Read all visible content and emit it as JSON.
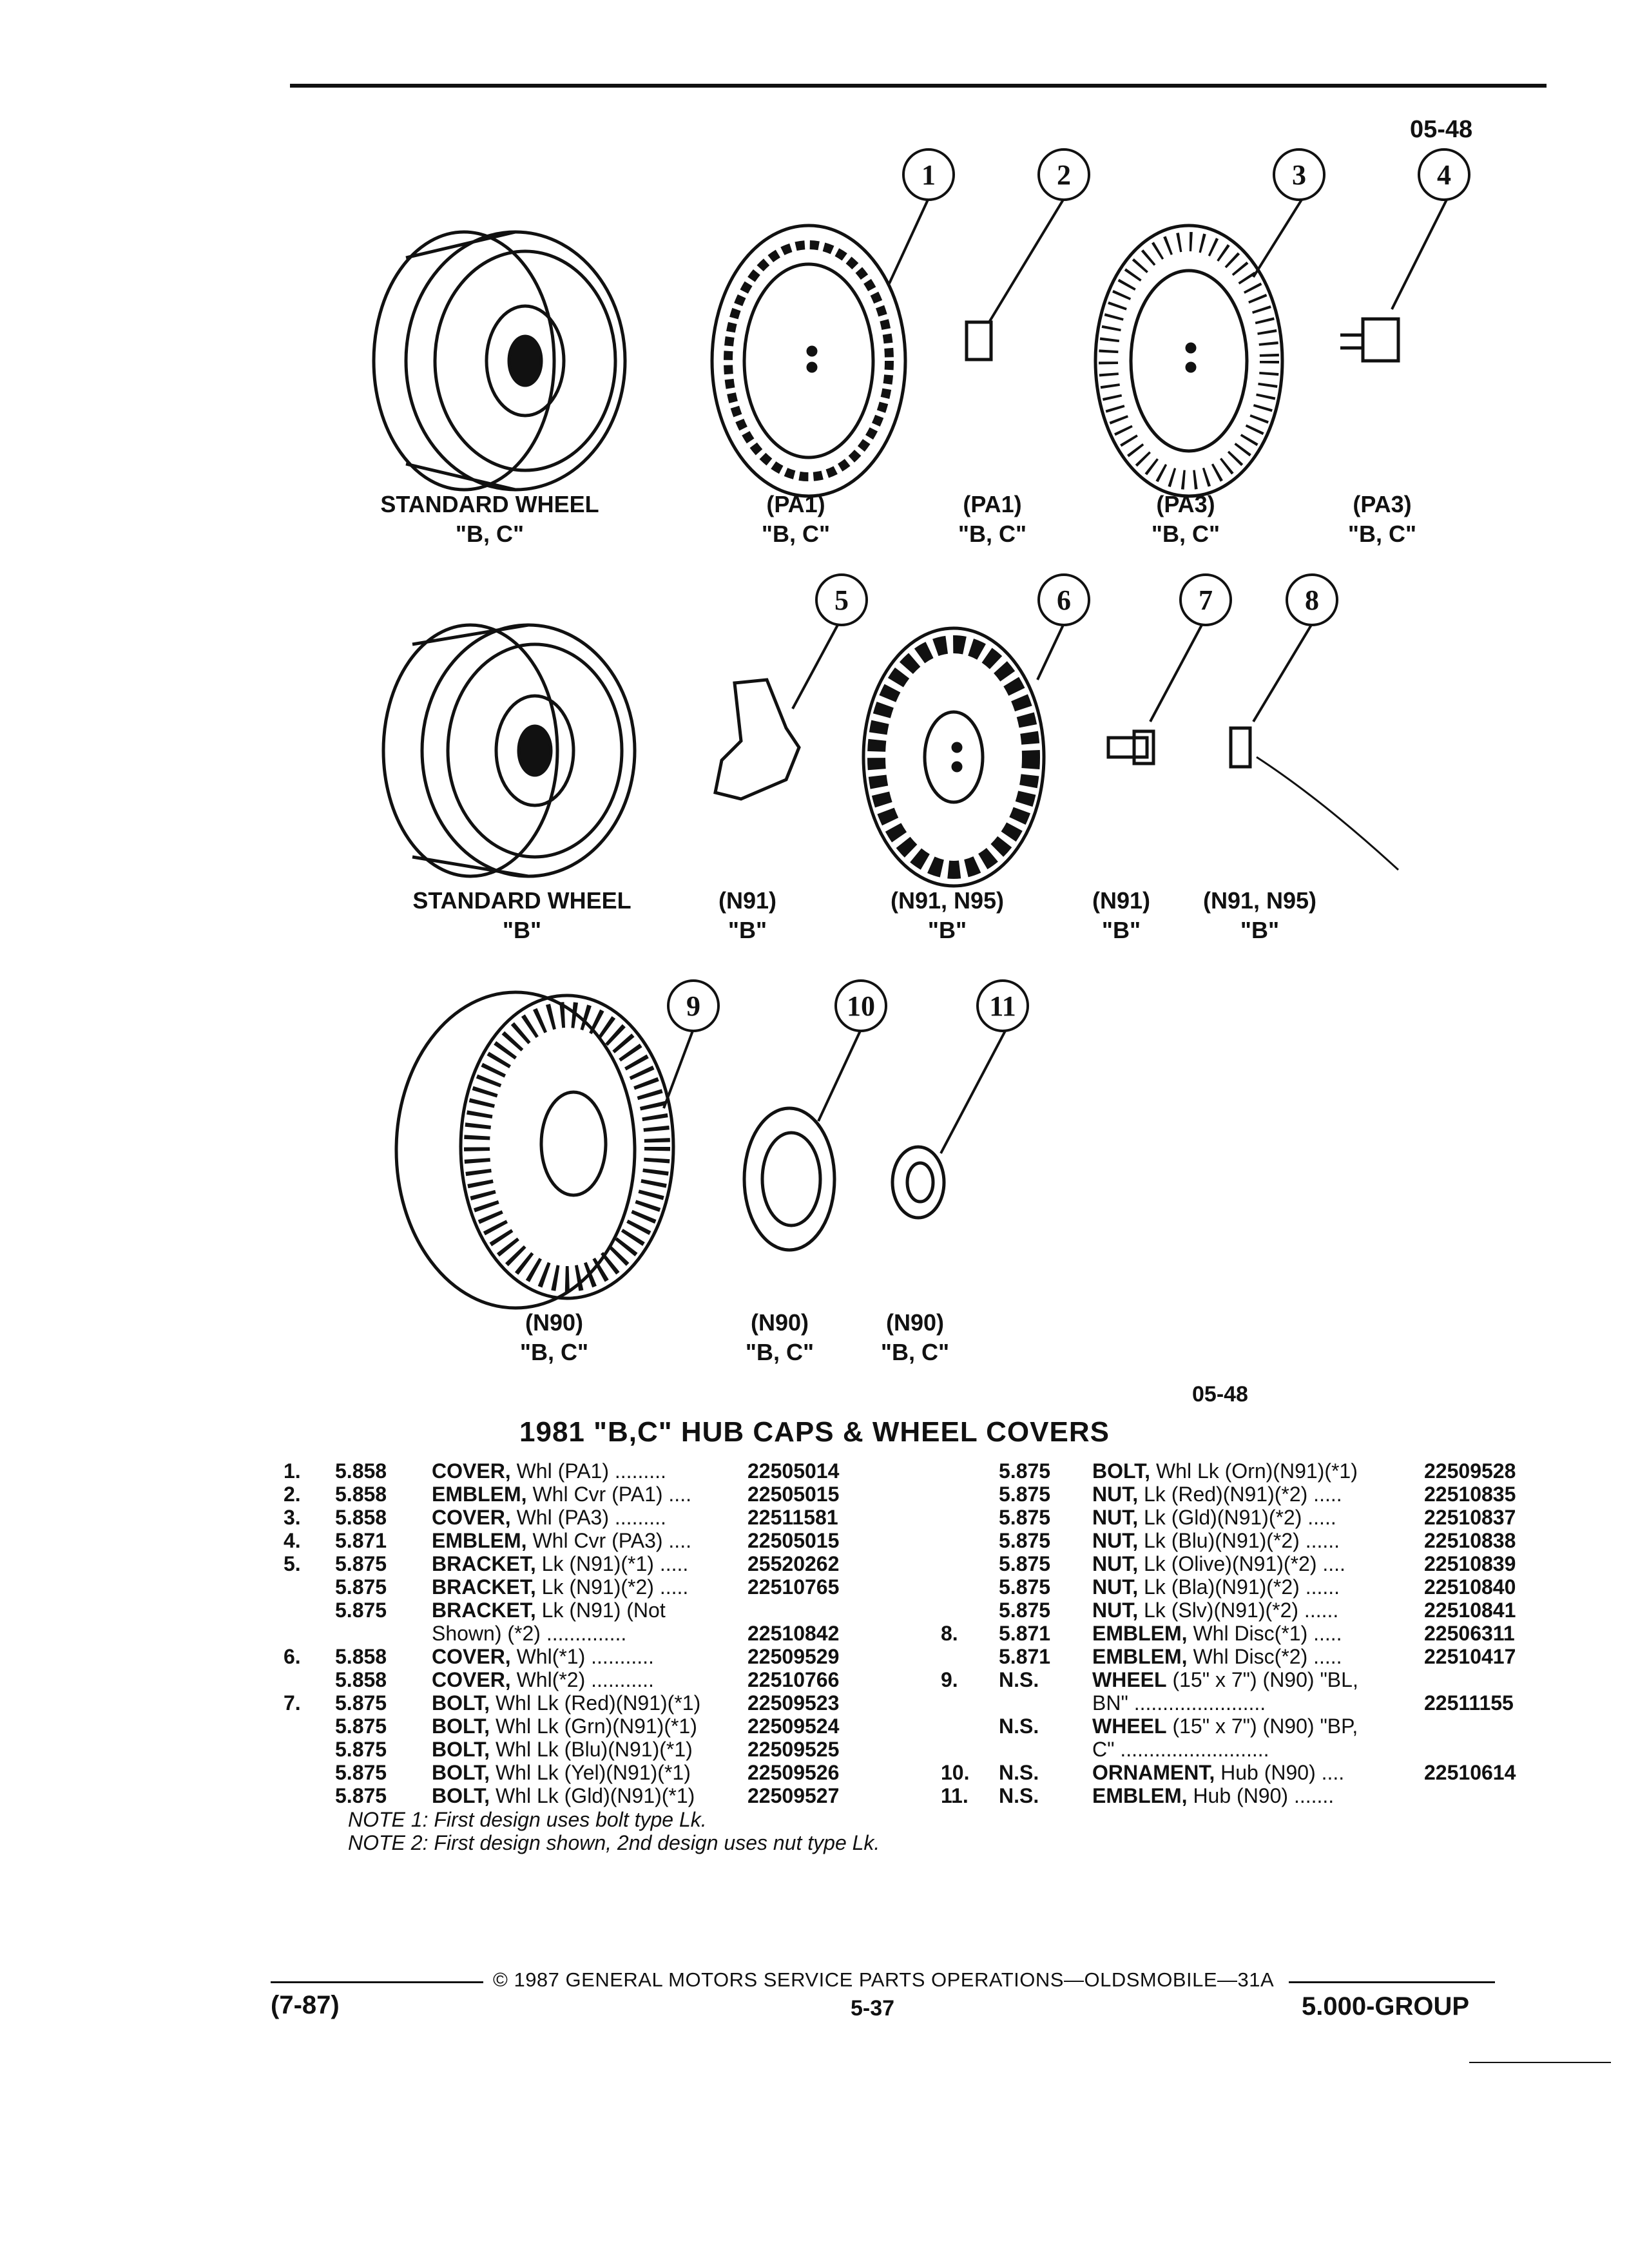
{
  "header": {
    "page_code_top": "05-48",
    "page_code_bottom": "05-48"
  },
  "figures": [
    {
      "callout": "1",
      "caption_code": "(PA1)",
      "caption_body": "\"B, C\""
    },
    {
      "callout": "2",
      "caption_code": "(PA1)",
      "caption_body": "\"B, C\""
    },
    {
      "callout": "3",
      "caption_code": "(PA3)",
      "caption_body": "\"B, C\""
    },
    {
      "callout": "4",
      "caption_code": "(PA3)",
      "caption_body": "\"B, C\""
    },
    {
      "callout": "5",
      "caption_code": "(N91)",
      "caption_body": "\"B\""
    },
    {
      "callout": "6",
      "caption_code": "(N91, N95)",
      "caption_body": "\"B\""
    },
    {
      "callout": "7",
      "caption_code": "(N91)",
      "caption_body": "\"B\""
    },
    {
      "callout": "8",
      "caption_code": "(N91, N95)",
      "caption_body": "\"B\""
    },
    {
      "callout": "9",
      "caption_code": "(N90)",
      "caption_body": "\"B, C\""
    },
    {
      "callout": "10",
      "caption_code": "(N90)",
      "caption_body": "\"B, C\""
    },
    {
      "callout": "11",
      "caption_code": "(N90)",
      "caption_body": "\"B, C\""
    }
  ],
  "standard_wheels": [
    {
      "label": "STANDARD WHEEL",
      "body": "\"B, C\""
    },
    {
      "label": "STANDARD WHEEL",
      "body": "\"B\""
    }
  ],
  "title": "1981 \"B,C\" HUB CAPS & WHEEL COVERS",
  "parts_left": [
    {
      "ref": "1.",
      "grp": "5.858",
      "name": "COVER,",
      "rest": " Whl (PA1) .........",
      "pn": "22505014"
    },
    {
      "ref": "2.",
      "grp": "5.858",
      "name": "EMBLEM,",
      "rest": " Whl Cvr (PA1) ....",
      "pn": "22505015"
    },
    {
      "ref": "3.",
      "grp": "5.858",
      "name": "COVER,",
      "rest": " Whl (PA3) .........",
      "pn": "22511581"
    },
    {
      "ref": "4.",
      "grp": "5.871",
      "name": "EMBLEM,",
      "rest": " Whl Cvr (PA3) ....",
      "pn": "22505015"
    },
    {
      "ref": "5.",
      "grp": "5.875",
      "name": "BRACKET,",
      "rest": " Lk (N91)(*1) .....",
      "pn": "25520262"
    },
    {
      "ref": "",
      "grp": "5.875",
      "name": "BRACKET,",
      "rest": " Lk (N91)(*2) .....",
      "pn": "22510765"
    },
    {
      "ref": "",
      "grp": "5.875",
      "name": "BRACKET,",
      "rest": " Lk (N91) (Not",
      "pn": ""
    },
    {
      "ref": "",
      "grp": "",
      "name": "",
      "rest": "Shown) (*2) ..............",
      "pn": "22510842"
    },
    {
      "ref": "6.",
      "grp": "5.858",
      "name": "COVER,",
      "rest": " Whl(*1) ...........",
      "pn": "22509529"
    },
    {
      "ref": "",
      "grp": "5.858",
      "name": "COVER,",
      "rest": " Whl(*2) ...........",
      "pn": "22510766"
    },
    {
      "ref": "7.",
      "grp": "5.875",
      "name": "BOLT,",
      "rest": " Whl Lk (Red)(N91)(*1)",
      "pn": "22509523"
    },
    {
      "ref": "",
      "grp": "5.875",
      "name": "BOLT,",
      "rest": " Whl Lk (Grn)(N91)(*1)",
      "pn": "22509524"
    },
    {
      "ref": "",
      "grp": "5.875",
      "name": "BOLT,",
      "rest": " Whl Lk (Blu)(N91)(*1)",
      "pn": "22509525"
    },
    {
      "ref": "",
      "grp": "5.875",
      "name": "BOLT,",
      "rest": " Whl Lk (Yel)(N91)(*1)",
      "pn": "22509526"
    },
    {
      "ref": "",
      "grp": "5.875",
      "name": "BOLT,",
      "rest": " Whl Lk (Gld)(N91)(*1)",
      "pn": "22509527"
    }
  ],
  "parts_right": [
    {
      "ref": "",
      "grp": "5.875",
      "name": "BOLT,",
      "rest": " Whl Lk (Orn)(N91)(*1)",
      "pn": "22509528"
    },
    {
      "ref": "",
      "grp": "5.875",
      "name": "NUT,",
      "rest": " Lk (Red)(N91)(*2) .....",
      "pn": "22510835"
    },
    {
      "ref": "",
      "grp": "5.875",
      "name": "NUT,",
      "rest": " Lk (Gld)(N91)(*2) .....",
      "pn": "22510837"
    },
    {
      "ref": "",
      "grp": "5.875",
      "name": "NUT,",
      "rest": " Lk (Blu)(N91)(*2) ......",
      "pn": "22510838"
    },
    {
      "ref": "",
      "grp": "5.875",
      "name": "NUT,",
      "rest": " Lk (Olive)(N91)(*2) ....",
      "pn": "22510839"
    },
    {
      "ref": "",
      "grp": "5.875",
      "name": "NUT,",
      "rest": " Lk (Bla)(N91)(*2) ......",
      "pn": "22510840"
    },
    {
      "ref": "",
      "grp": "5.875",
      "name": "NUT,",
      "rest": " Lk (Slv)(N91)(*2) ......",
      "pn": "22510841"
    },
    {
      "ref": "8.",
      "grp": "5.871",
      "name": "EMBLEM,",
      "rest": " Whl Disc(*1) .....",
      "pn": "22506311"
    },
    {
      "ref": "",
      "grp": "5.871",
      "name": "EMBLEM,",
      "rest": " Whl Disc(*2) .....",
      "pn": "22510417"
    },
    {
      "ref": "9.",
      "grp": "N.S.",
      "name": "WHEEL",
      "rest": " (15\" x 7\") (N90) \"BL,",
      "pn": ""
    },
    {
      "ref": "",
      "grp": "",
      "name": "",
      "rest": "BN\" .......................",
      "pn": "22511155"
    },
    {
      "ref": "",
      "grp": "N.S.",
      "name": "WHEEL",
      "rest": " (15\" x 7\") (N90) \"BP,",
      "pn": ""
    },
    {
      "ref": "",
      "grp": "",
      "name": "",
      "rest": "C\" ..........................",
      "pn": ""
    },
    {
      "ref": "10.",
      "grp": "N.S.",
      "name": "ORNAMENT,",
      "rest": " Hub (N90) ....",
      "pn": "22510614"
    },
    {
      "ref": "11.",
      "grp": "N.S.",
      "name": "EMBLEM,",
      "rest": " Hub (N90) .......",
      "pn": ""
    }
  ],
  "notes": [
    "NOTE 1: First design uses bolt type Lk.",
    "NOTE 2: First design shown, 2nd design uses nut type Lk."
  ],
  "footer": {
    "date": "(7-87)",
    "copyright": "© 1987 GENERAL MOTORS SERVICE PARTS OPERATIONS—OLDSMOBILE—31A",
    "page": "5-37",
    "group": "5.000-GROUP"
  }
}
